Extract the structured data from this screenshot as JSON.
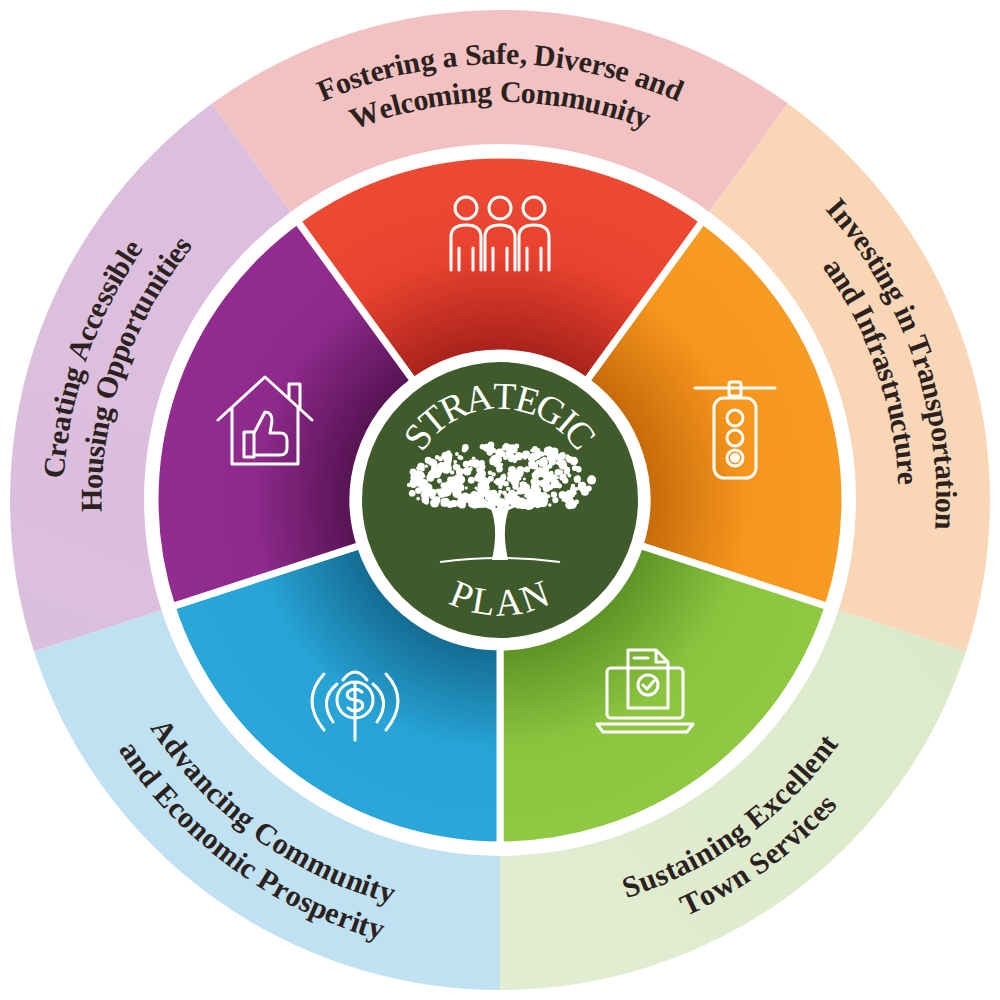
{
  "diagram": {
    "nodes": [
      {
        "text": [
          "STRATEGIC",
          "PLAN"
        ]
      },
      {
        "text": [
          "Fostering a Safe, Diverse and Welcoming Community"
        ]
      },
      {
        "text": [
          "Investing in Transportation and Infrastructure"
        ]
      },
      {
        "text": [
          "Sustaining Excellent Town Services"
        ]
      },
      {
        "text": [
          "Advancing Community and Economic Prosperity"
        ]
      },
      {
        "text": [
          "Creating Accessible Housing Opportunities"
        ]
      }
    ]
  }
}
